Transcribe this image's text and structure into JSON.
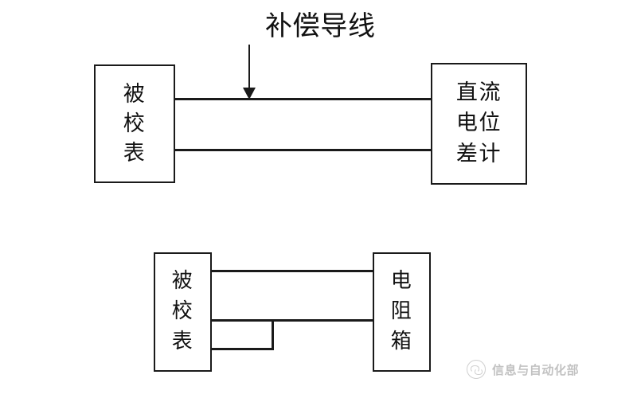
{
  "diagram": {
    "background_color": "#ffffff",
    "line_color": "#1a1a1a",
    "text_color": "#111111",
    "figures": [
      {
        "id": "top-figure",
        "name": "thermocouple-potentiometer-calibration",
        "annotation": {
          "label": "补偿导线",
          "arrow": "down-arrow"
        },
        "left_box": {
          "name": "instrument-under-test",
          "lines": [
            "被",
            "校",
            "表"
          ]
        },
        "right_box": {
          "name": "dc-potentiometer",
          "lines": [
            "直流",
            "电位",
            "差计"
          ]
        },
        "wires": [
          "upper-wire",
          "lower-wire"
        ]
      },
      {
        "id": "bottom-figure",
        "name": "rtd-resistance-box-calibration",
        "left_box": {
          "name": "instrument-under-test",
          "lines": [
            "被",
            "校",
            "表"
          ]
        },
        "right_box": {
          "name": "resistance-box",
          "lines": [
            "电",
            "阻",
            "箱"
          ]
        },
        "wires": [
          "upper-wire",
          "middle-wire",
          "lower-wire",
          "jumper-wire"
        ]
      }
    ]
  },
  "watermark": {
    "logo": "wechat-logo-icon",
    "text": "信息与自动化部"
  }
}
